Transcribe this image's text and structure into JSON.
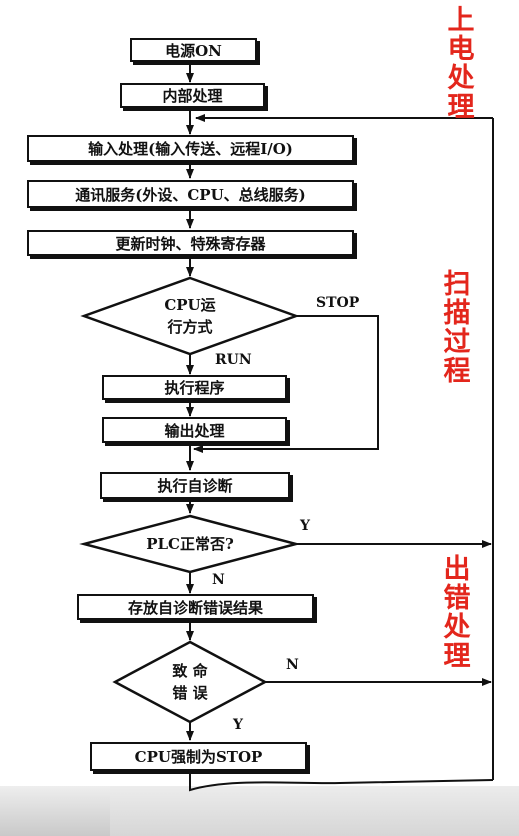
{
  "diagram": {
    "boxes": {
      "power_on": "电源ON",
      "internal_processing": "内部处理",
      "input_processing": "输入处理(输入传送、远程I/O)",
      "communication_service": "通讯服务(外设、CPU、总线服务)",
      "update_clock": "更新时钟、特殊寄存器",
      "execute_program": "执行程序",
      "output_processing": "输出处理",
      "self_diagnosis": "执行自诊断",
      "store_diagnosis": "存放自诊断错误结果",
      "force_stop": "CPU强制为STOP"
    },
    "decisions": {
      "cpu_mode_line1": "CPU运",
      "cpu_mode_line2": "行方式",
      "plc_normal": "PLC正常否?",
      "fatal_error_line1": "致 命",
      "fatal_error_line2": "错 误"
    },
    "branch_labels": {
      "stop": "STOP",
      "run": "RUN",
      "plc_yes": "Y",
      "plc_no": "N",
      "fatal_no": "N",
      "fatal_yes": "Y"
    },
    "side_labels": {
      "power_up": "上电处理",
      "scan": "扫描过程",
      "error": "出错处理"
    }
  }
}
